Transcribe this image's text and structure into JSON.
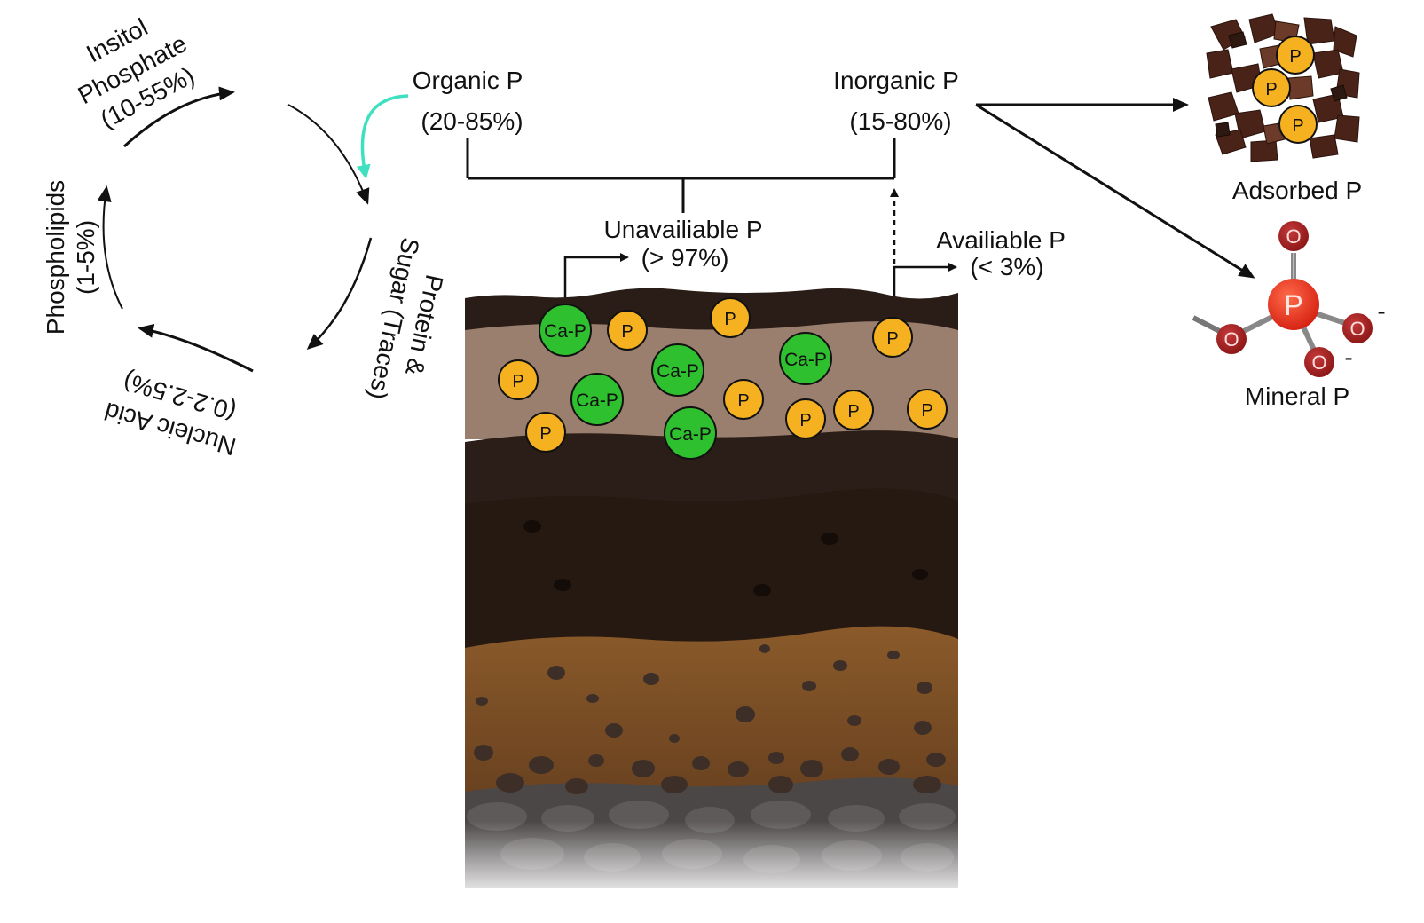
{
  "cycle": {
    "inositol_line1": "Insitol",
    "inositol_line2": "Phosphate",
    "inositol_line3": "(10-55%)",
    "sugar_line1": "Sugar (Traces)",
    "sugar_line2": "Protein &",
    "nucleic_line1": "Nucleic Acid",
    "nucleic_line2": "(0.2-2.5%)",
    "phospho_line1": "Phospholipids",
    "phospho_line2": "(1-5%)"
  },
  "organic": {
    "title": "Organic P",
    "range": "(20-85%)"
  },
  "inorganic": {
    "title": "Inorganic P",
    "range": "(15-80%)"
  },
  "unavailable": {
    "title": "Unavailiable P",
    "range": "(> 97%)"
  },
  "available": {
    "title": "Availiable P",
    "range": "(< 3%)"
  },
  "adsorbed": {
    "label": "Adsorbed P"
  },
  "mineral": {
    "label": "Mineral P",
    "oxygen": "O",
    "phosphorus": "P",
    "charge": "-"
  },
  "particles": {
    "p_label": "P",
    "cap_label": "Ca-P"
  },
  "colors": {
    "p_particle": "#f5b120",
    "cap_particle": "#2ec02e",
    "cycle_accent": "#3fe0c0",
    "phosphorus_atom": "#e8301c",
    "oxygen_atom": "#a31a1a"
  }
}
